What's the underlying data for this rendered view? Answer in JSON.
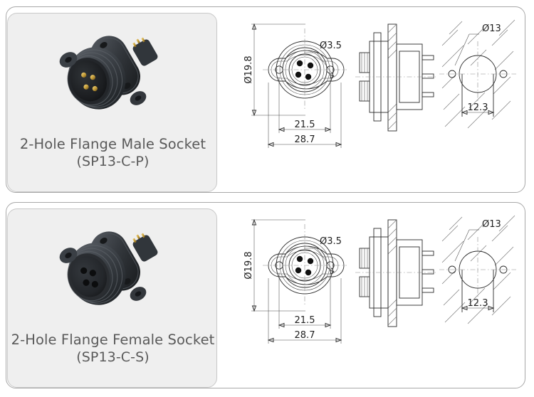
{
  "page": {
    "background_color": "#ffffff",
    "card_border_color": "#a8a8a8",
    "panel_background": "#efefef"
  },
  "cards": [
    {
      "id": "male-socket",
      "photo_alt": "2-hole flange male socket connector photo",
      "title": "2-Hole Flange Male Socket",
      "part_number": "(SP13-C-P)",
      "contact_type": "pins",
      "drawing": {
        "front_view": {
          "dim_height": "Ø19.8",
          "dim_hole": "Ø3.5",
          "dim_hole_span": "21.5",
          "dim_width": "28.7",
          "contact_count": 4
        },
        "panel_cutout_view": {
          "dim_bore": "Ø13",
          "dim_slot": "12.3"
        }
      }
    },
    {
      "id": "female-socket",
      "photo_alt": "2-hole flange female socket connector photo",
      "title": "2-Hole Flange Female Socket",
      "part_number": "(SP13-C-S)",
      "contact_type": "sockets",
      "drawing": {
        "front_view": {
          "dim_height": "Ø19.8",
          "dim_hole": "Ø3.5",
          "dim_hole_span": "21.5",
          "dim_width": "28.7",
          "contact_count": 4
        },
        "panel_cutout_view": {
          "dim_bore": "Ø13",
          "dim_slot": "12.3"
        }
      }
    }
  ]
}
